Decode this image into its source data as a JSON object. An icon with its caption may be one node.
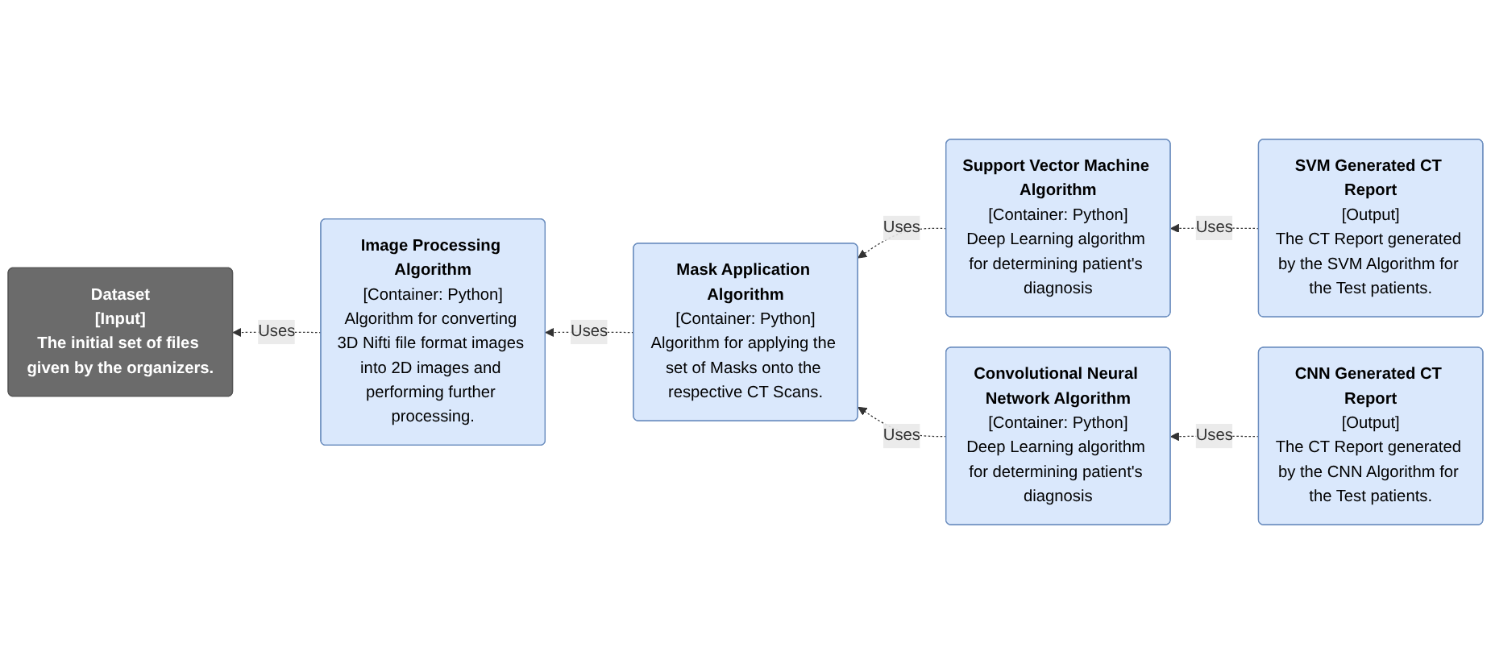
{
  "diagram": {
    "nodes": [
      {
        "text": [
          "Dataset",
          "[Input]",
          "The initial set of files given by the organizers."
        ]
      },
      {
        "text": [
          "Support Vector Machine Algorithm",
          "[Container: Python]",
          "Deep Learning algorithm for determining patient's diagnosis"
        ]
      },
      {
        "text": [
          "SVM Generated CT Report",
          "[Output]",
          "The CT Report generated by the SVM Algorithm for the Test patients."
        ]
      },
      {
        "text": [
          "Mask Application Algorithm",
          "[Container: Python]",
          "Algorithm for applying the set of Masks onto the respective CT Scans."
        ]
      },
      {
        "text": [
          "Image Processing Algorithm",
          "[Container: Python]",
          "Algorithm for converting 3D Nifti file format images into 2D images and performing further processing."
        ]
      },
      {
        "text": [
          "Convolutional Neural Network Algorithm",
          "[Container: Python]",
          "Deep Learning algorithm for determining patient's diagnosis"
        ]
      },
      {
        "text": [
          "CNN Generated CT Report",
          "[Output]",
          "The CT Report generated by the CNN Algorithm for the Test patients."
        ]
      }
    ],
    "edges": [
      {
        "from": 2,
        "to": 1,
        "arrow": "to",
        "label": "Uses",
        "style": "dashed"
      },
      {
        "from": 1,
        "to": 3,
        "arrow": "to",
        "label": "Uses",
        "style": "dashed"
      },
      {
        "from": 5,
        "to": 3,
        "arrow": "to",
        "label": "Uses",
        "style": "dashed"
      },
      {
        "from": 3,
        "to": 4,
        "arrow": "to",
        "label": "Uses",
        "style": "dashed"
      },
      {
        "from": 4,
        "to": 0,
        "arrow": "to",
        "label": "Uses",
        "style": "dashed"
      },
      {
        "from": 6,
        "to": 5,
        "arrow": "to",
        "label": "Uses",
        "style": "dashed"
      }
    ]
  }
}
